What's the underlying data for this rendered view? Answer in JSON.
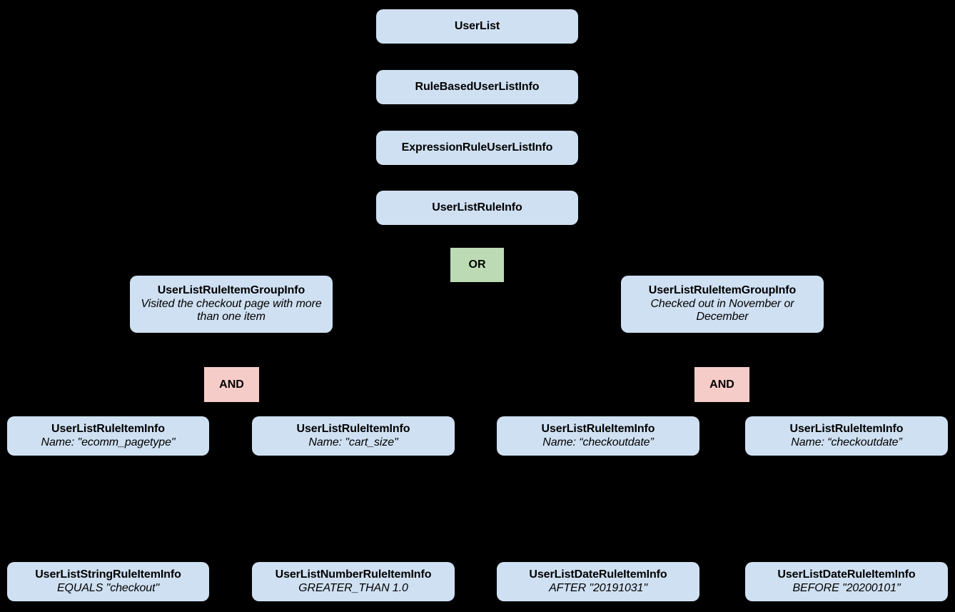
{
  "diagram": {
    "type": "hierarchy-tree",
    "background_color": "#000000",
    "node_color": "#cfe0f2",
    "or_color": "#bcdbb4",
    "and_color": "#f6ccc9",
    "nodes": [
      {
        "id": "user-list",
        "title": "UserList",
        "sub": ""
      },
      {
        "id": "rule-based-info",
        "title": "RuleBasedUserListInfo",
        "sub": ""
      },
      {
        "id": "expression-rule-info",
        "title": "ExpressionRuleUserListInfo",
        "sub": ""
      },
      {
        "id": "user-list-rule-info",
        "title": "UserListRuleInfo",
        "sub": ""
      },
      {
        "id": "group-left",
        "title": "UserListRuleItemGroupInfo",
        "sub": "Visited the checkout page with more than one item"
      },
      {
        "id": "group-right",
        "title": "UserListRuleItemGroupInfo",
        "sub": "Checked out in November or December"
      },
      {
        "id": "item-1",
        "title": "UserListRuleItemInfo",
        "sub": "Name: \"ecomm_pagetype\""
      },
      {
        "id": "item-2",
        "title": "UserListRuleItemInfo",
        "sub": "Name: \"cart_size\""
      },
      {
        "id": "item-3",
        "title": "UserListRuleItemInfo",
        "sub": "Name: “checkoutdate”"
      },
      {
        "id": "item-4",
        "title": "UserListRuleItemInfo",
        "sub": "Name: “checkoutdate”"
      },
      {
        "id": "leaf-1",
        "title": "UserListStringRuleItemInfo",
        "sub": "EQUALS \"checkout\""
      },
      {
        "id": "leaf-2",
        "title": "UserListNumberRuleItemInfo",
        "sub": "GREATER_THAN 1.0"
      },
      {
        "id": "leaf-3",
        "title": "UserListDateRuleItemInfo",
        "sub": "AFTER \"20191031\""
      },
      {
        "id": "leaf-4",
        "title": "UserListDateRuleItemInfo",
        "sub": "BEFORE \"20200101\""
      }
    ],
    "operators": [
      {
        "id": "or-1",
        "label": "OR"
      },
      {
        "id": "and-1",
        "label": "AND"
      },
      {
        "id": "and-2",
        "label": "AND"
      }
    ]
  }
}
